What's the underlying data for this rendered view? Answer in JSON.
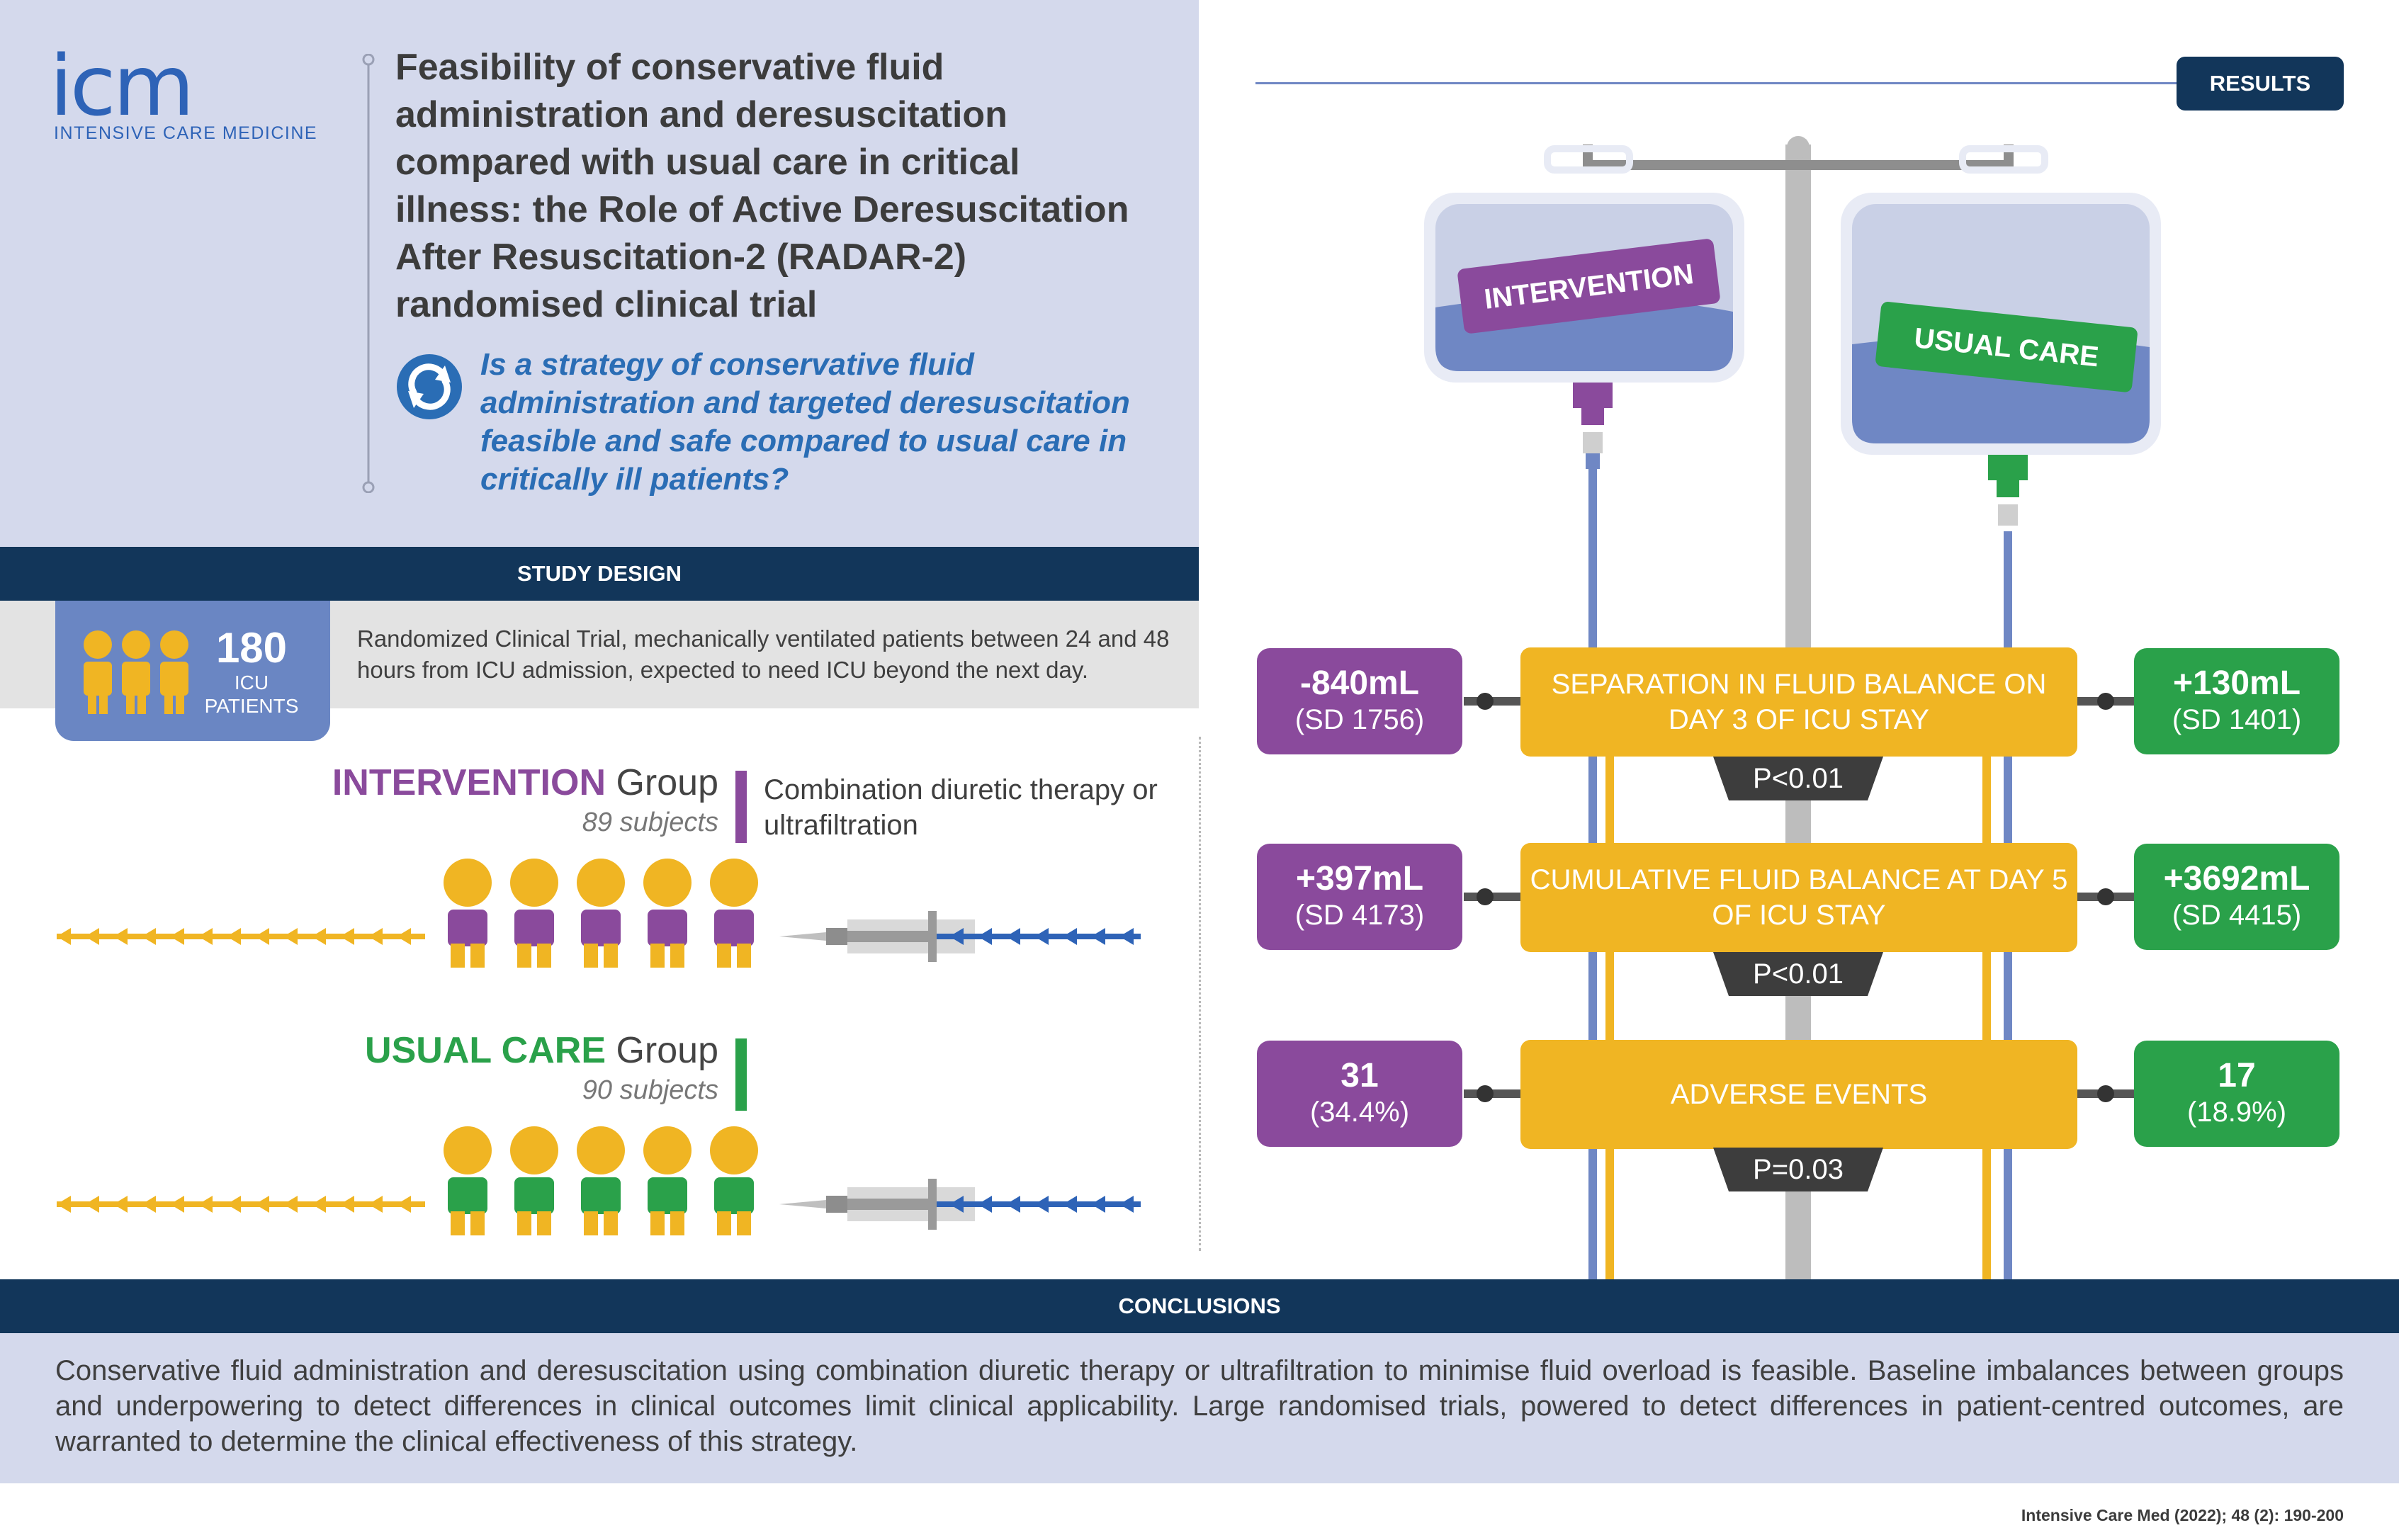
{
  "header": {
    "logo_text": "icm",
    "logo_subtitle": "INTENSIVE CARE MEDICINE",
    "title": "Feasibility of conservative fluid administration and deresuscitation compared with usual care in critical illness: the Role of Active Deresuscitation After Resuscitation-2 (RADAR-2) randomised clinical trial",
    "question": "Is a strategy of conservative fluid administration and targeted deresuscitation feasible and safe compared to usual care in critically ill patients?"
  },
  "study_design": {
    "section_label": "STUDY DESIGN",
    "patients_count": "180",
    "patients_label": "ICU PATIENTS",
    "description": "Randomized Clinical Trial, mechanically ventilated patients between 24 and 48 hours from ICU admission, expected to need ICU beyond the next day.",
    "intervention": {
      "name": "INTERVENTION",
      "suffix": " Group",
      "subjects": "89 subjects",
      "therapy": "Combination diuretic therapy or ultrafiltration"
    },
    "usual_care": {
      "name": "USUAL CARE",
      "suffix": " Group",
      "subjects": "90 subjects"
    }
  },
  "results": {
    "section_label": "RESULTS",
    "bag_intervention_label": "INTERVENTION",
    "bag_usual_care_label": "USUAL CARE",
    "outcomes": [
      {
        "label": "SEPARATION IN FLUID BALANCE ON DAY 3 OF ICU STAY",
        "intervention_value": "-840mL",
        "intervention_detail": "(SD 1756)",
        "usual_value": "+130mL",
        "usual_detail": "(SD 1401)",
        "p_value": "P<0.01"
      },
      {
        "label": "CUMULATIVE FLUID BALANCE AT DAY 5 OF ICU STAY",
        "intervention_value": "+397mL",
        "intervention_detail": "(SD 4173)",
        "usual_value": "+3692mL",
        "usual_detail": "(SD 4415)",
        "p_value": "P<0.01"
      },
      {
        "label": "ADVERSE EVENTS",
        "intervention_value": "31",
        "intervention_detail": "(34.4%)",
        "usual_value": "17",
        "usual_detail": "(18.9%)",
        "p_value": "P=0.03"
      }
    ]
  },
  "conclusions": {
    "section_label": "CONCLUSIONS",
    "text": "Conservative fluid administration and deresuscitation using combination diuretic therapy or ultrafiltration to minimise fluid overload is feasible. Baseline imbalances between groups and underpowering to detect differences in clinical outcomes limit clinical applicability. Large randomised trials, powered to detect differences in patient-centred outcomes, are warranted to determine the clinical effectiveness of this strategy."
  },
  "citation": "Intensive Care Med (2022); 48 (2): 190-200",
  "colors": {
    "navy": "#12365a",
    "intervention": "#8a4a9c",
    "usual_care": "#2aa14a",
    "outcome": "#f0b523",
    "fluid": "#6f87c4",
    "accent_blue": "#2a6db5"
  },
  "icons": [
    "icm-logo",
    "refresh-question-icon",
    "people-icon",
    "person-icon",
    "syringe-icon",
    "iv-bag-icon",
    "iv-pole-icon"
  ]
}
